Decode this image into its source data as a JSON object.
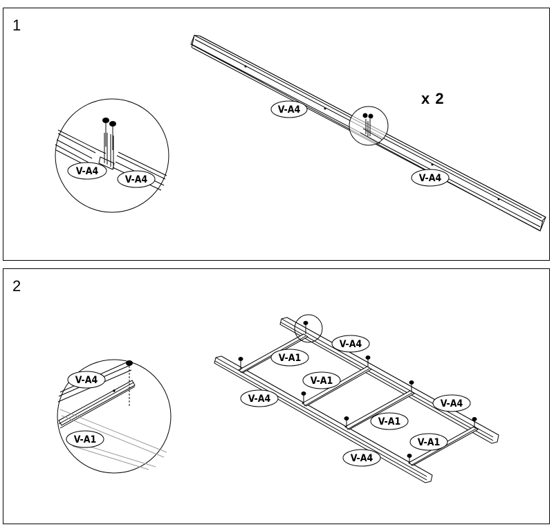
{
  "steps": [
    {
      "number": "1",
      "quantity": "x 2"
    },
    {
      "number": "2"
    }
  ],
  "parts": {
    "side_rail": "V-A4",
    "cross_bar": "V-A1"
  },
  "colors": {
    "line": "#000000",
    "background": "#ffffff"
  }
}
